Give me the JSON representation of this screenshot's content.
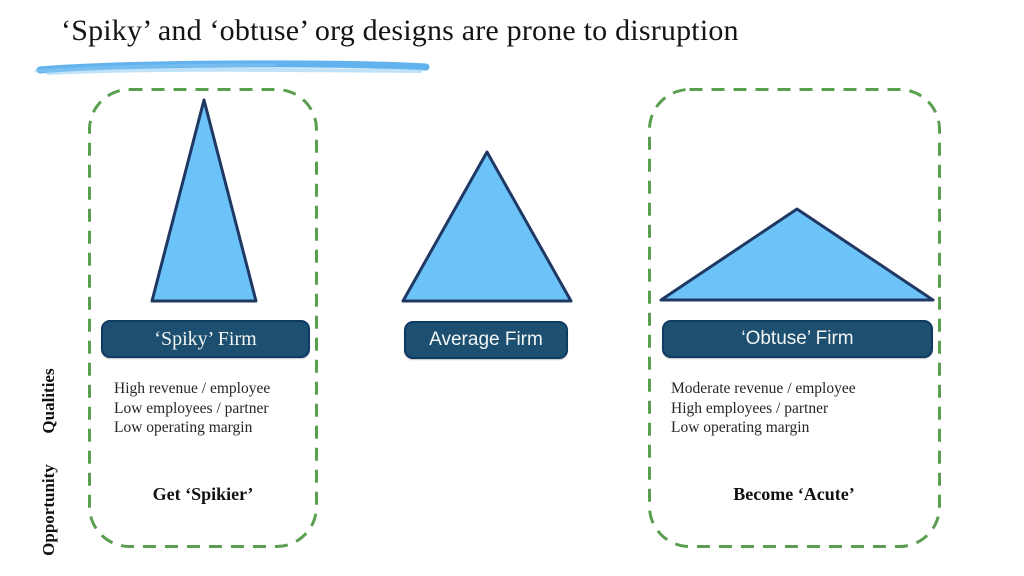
{
  "title": "‘Spiky’ and ‘obtuse’ org designs are prone to disruption",
  "axis": {
    "qualities_label": "Qualities",
    "opportunity_label": "Opportunity"
  },
  "columns": [
    {
      "id": "spiky",
      "pill_label": "‘Spiky’ Firm",
      "qualities": [
        "High revenue / employee",
        "Low employees / partner",
        "Low operating margin"
      ],
      "opportunity": "Get ‘Spikier’"
    },
    {
      "id": "average",
      "pill_label": "Average Firm",
      "qualities": [],
      "opportunity": ""
    },
    {
      "id": "obtuse",
      "pill_label": "‘Obtuse’ Firm",
      "qualities": [
        "Moderate revenue / employee",
        "High employees / partner",
        "Low operating margin"
      ],
      "opportunity": "Become ‘Acute’"
    }
  ],
  "colors": {
    "triangle_fill": "#6cc3f7",
    "triangle_stroke": "#1f3864",
    "pill_fill": "#1d4f70",
    "pill_border": "#0f3a63",
    "dashed_box_green": "#5a9e50",
    "brush_underline_blue": "#55acec",
    "brush_underline_light": "#8ccaf4"
  }
}
